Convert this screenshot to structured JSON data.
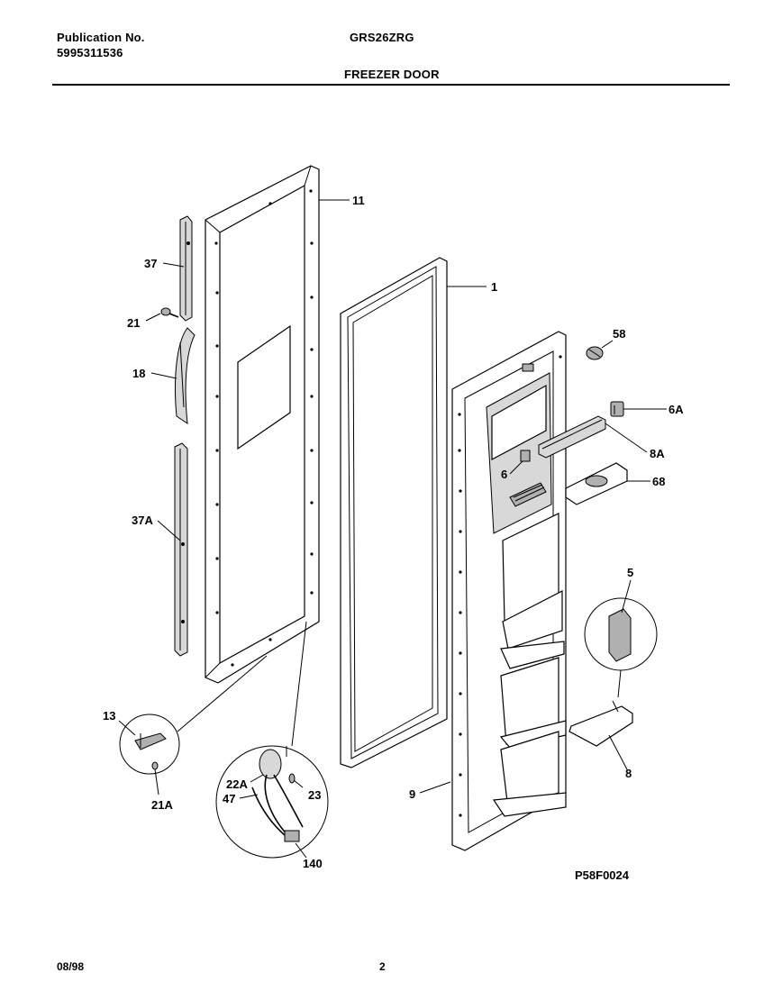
{
  "header": {
    "publication_label": "Publication No.",
    "publication_number": "5995311536",
    "model": "GRS26ZRG",
    "section_title": "FREEZER DOOR"
  },
  "diagram": {
    "figure_code": "P58F0024",
    "callouts": {
      "c11": "11",
      "c1": "1",
      "c37": "37",
      "c21": "21",
      "c18": "18",
      "c37A": "37A",
      "c58": "58",
      "c6A": "6A",
      "c8A": "8A",
      "c6": "6",
      "c68": "68",
      "c5": "5",
      "c8": "8",
      "c9": "9",
      "c13": "13",
      "c21A": "21A",
      "c22A": "22A",
      "c47": "47",
      "c23": "23",
      "c140": "140"
    }
  },
  "footer": {
    "date": "08/98",
    "page": "2"
  }
}
